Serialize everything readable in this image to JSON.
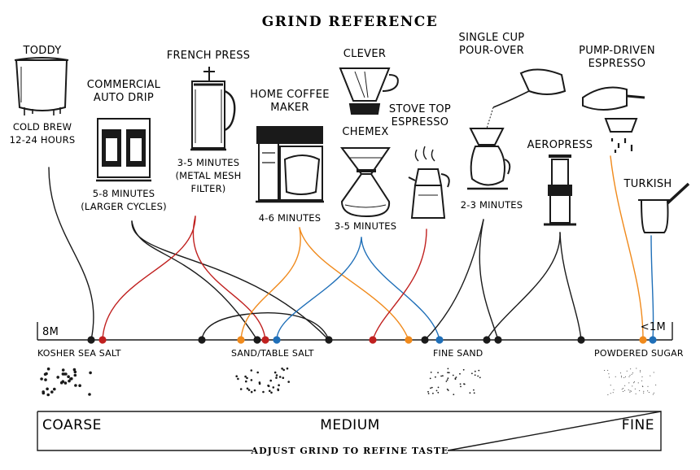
{
  "title": "GRIND REFERENCE",
  "methods": [
    {
      "key": "toddy",
      "name": [
        "TODDY"
      ],
      "note": [
        "COLD BREW",
        "12-24 HOURS"
      ],
      "icon": "cold-brew-bucket-icon",
      "dot": "#333333"
    },
    {
      "key": "auto-drip",
      "name": [
        "COMMERCIAL",
        "AUTO DRIP"
      ],
      "note": [
        "5-8 MINUTES",
        "(LARGER CYCLES)"
      ],
      "icon": "auto-drip-machine-icon",
      "dot": "#333333"
    },
    {
      "key": "french-press",
      "name": [
        "FRENCH PRESS"
      ],
      "note": [
        "3-5 MINUTES",
        "(METAL MESH",
        "FILTER)"
      ],
      "icon": "french-press-icon",
      "dot": "#c0201f"
    },
    {
      "key": "home-coffee-maker",
      "name": [
        "HOME COFFEE",
        "MAKER"
      ],
      "note": [
        "4-6 MINUTES"
      ],
      "icon": "coffee-maker-icon",
      "dot": "#f08a1c"
    },
    {
      "key": "clever",
      "name": [
        "CLEVER"
      ],
      "note": [],
      "icon": "clever-dripper-icon",
      "dot": "#f08a1c"
    },
    {
      "key": "chemex",
      "name": [
        "CHEMEX"
      ],
      "note": [
        "3-5 MINUTES"
      ],
      "icon": "chemex-icon",
      "dot": "#1f6fb8"
    },
    {
      "key": "stove-top",
      "name": [
        "STOVE TOP",
        "ESPRESSO"
      ],
      "note": [],
      "icon": "moka-pot-icon",
      "dot": "#c0201f"
    },
    {
      "key": "pour-over",
      "name": [
        "SINGLE CUP",
        "POUR-OVER"
      ],
      "note": [
        "2-3 MINUTES"
      ],
      "icon": "pour-over-icon",
      "dot": "#333333"
    },
    {
      "key": "aeropress",
      "name": [
        "AEROPRESS"
      ],
      "note": [],
      "icon": "aeropress-icon",
      "dot": "#333333"
    },
    {
      "key": "espresso",
      "name": [
        "PUMP-DRIVEN",
        "ESPRESSO"
      ],
      "note": [],
      "icon": "portafilter-icon",
      "dot": "#f08a1c"
    },
    {
      "key": "turkish",
      "name": [
        "TURKISH"
      ],
      "note": [],
      "icon": "cezve-icon",
      "dot": "#1f6fb8"
    }
  ],
  "axis": {
    "left_label": "8M",
    "right_label": "<1M",
    "ticks": [
      "KOSHER SEA SALT",
      "SAND/TABLE SALT",
      "FINE SAND",
      "POWDERED SUGAR"
    ]
  },
  "scale": {
    "coarse": "COARSE",
    "medium": "MEDIUM",
    "fine": "FINE"
  },
  "footer": "ADJUST GRIND TO REFINE TASTE",
  "colors": {
    "ink": "#1a1a1a",
    "red": "#c0201f",
    "orange": "#f08a1c",
    "blue": "#1f6fb8",
    "dark": "#333333"
  }
}
